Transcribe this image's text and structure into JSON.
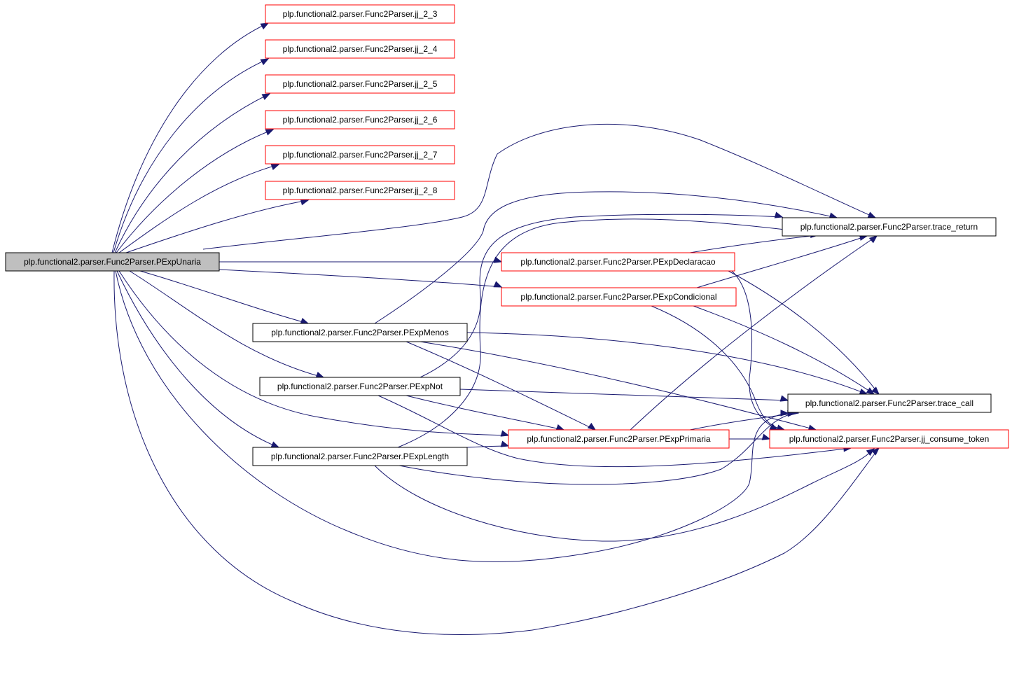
{
  "diagram": {
    "type": "call-graph",
    "colors": {
      "edge": "#191970",
      "root_fill": "#bfbfbf",
      "normal_border": "#000000",
      "external_border": "#ff0000"
    },
    "nodes": [
      {
        "id": "root",
        "label": "plp.functional2.parser.Func2Parser.PExpUnaria",
        "style": "root"
      },
      {
        "id": "jj23",
        "label": "plp.functional2.parser.Func2Parser.jj_2_3",
        "style": "external"
      },
      {
        "id": "jj24",
        "label": "plp.functional2.parser.Func2Parser.jj_2_4",
        "style": "external"
      },
      {
        "id": "jj25",
        "label": "plp.functional2.parser.Func2Parser.jj_2_5",
        "style": "external"
      },
      {
        "id": "jj26",
        "label": "plp.functional2.parser.Func2Parser.jj_2_6",
        "style": "external"
      },
      {
        "id": "jj27",
        "label": "plp.functional2.parser.Func2Parser.jj_2_7",
        "style": "external"
      },
      {
        "id": "jj28",
        "label": "plp.functional2.parser.Func2Parser.jj_2_8",
        "style": "external"
      },
      {
        "id": "pdecl",
        "label": "plp.functional2.parser.Func2Parser.PExpDeclaracao",
        "style": "external"
      },
      {
        "id": "pcond",
        "label": "plp.functional2.parser.Func2Parser.PExpCondicional",
        "style": "external"
      },
      {
        "id": "pmenos",
        "label": "plp.functional2.parser.Func2Parser.PExpMenos",
        "style": "normal"
      },
      {
        "id": "pnot",
        "label": "plp.functional2.parser.Func2Parser.PExpNot",
        "style": "normal"
      },
      {
        "id": "pprim",
        "label": "plp.functional2.parser.Func2Parser.PExpPrimaria",
        "style": "external"
      },
      {
        "id": "plen",
        "label": "plp.functional2.parser.Func2Parser.PExpLength",
        "style": "normal"
      },
      {
        "id": "tret",
        "label": "plp.functional2.parser.Func2Parser.trace_return",
        "style": "normal"
      },
      {
        "id": "tcall",
        "label": "plp.functional2.parser.Func2Parser.trace_call",
        "style": "normal"
      },
      {
        "id": "jjct",
        "label": "plp.functional2.parser.Func2Parser.jj_consume_token",
        "style": "external"
      }
    ],
    "edges": [
      {
        "from": "root",
        "to": "jj23"
      },
      {
        "from": "root",
        "to": "jj24"
      },
      {
        "from": "root",
        "to": "jj25"
      },
      {
        "from": "root",
        "to": "jj26"
      },
      {
        "from": "root",
        "to": "jj27"
      },
      {
        "from": "root",
        "to": "jj28"
      },
      {
        "from": "root",
        "to": "tret"
      },
      {
        "from": "root",
        "to": "pdecl"
      },
      {
        "from": "root",
        "to": "pcond"
      },
      {
        "from": "root",
        "to": "pmenos"
      },
      {
        "from": "root",
        "to": "pnot"
      },
      {
        "from": "root",
        "to": "pprim"
      },
      {
        "from": "root",
        "to": "plen"
      },
      {
        "from": "root",
        "to": "tcall"
      },
      {
        "from": "root",
        "to": "jjct"
      },
      {
        "from": "pdecl",
        "to": "tret"
      },
      {
        "from": "pdecl",
        "to": "tcall"
      },
      {
        "from": "pdecl",
        "to": "jjct"
      },
      {
        "from": "pcond",
        "to": "tret"
      },
      {
        "from": "pcond",
        "to": "tcall"
      },
      {
        "from": "pcond",
        "to": "jjct"
      },
      {
        "from": "pmenos",
        "to": "tret"
      },
      {
        "from": "pmenos",
        "to": "tcall"
      },
      {
        "from": "pmenos",
        "to": "pprim"
      },
      {
        "from": "pmenos",
        "to": "jjct"
      },
      {
        "from": "pnot",
        "to": "tret"
      },
      {
        "from": "pnot",
        "to": "tcall"
      },
      {
        "from": "pnot",
        "to": "pprim"
      },
      {
        "from": "pnot",
        "to": "jjct"
      },
      {
        "from": "pprim",
        "to": "tret"
      },
      {
        "from": "pprim",
        "to": "tcall"
      },
      {
        "from": "pprim",
        "to": "jjct"
      },
      {
        "from": "plen",
        "to": "tret"
      },
      {
        "from": "plen",
        "to": "pprim"
      },
      {
        "from": "plen",
        "to": "tcall"
      },
      {
        "from": "plen",
        "to": "jjct"
      }
    ]
  }
}
